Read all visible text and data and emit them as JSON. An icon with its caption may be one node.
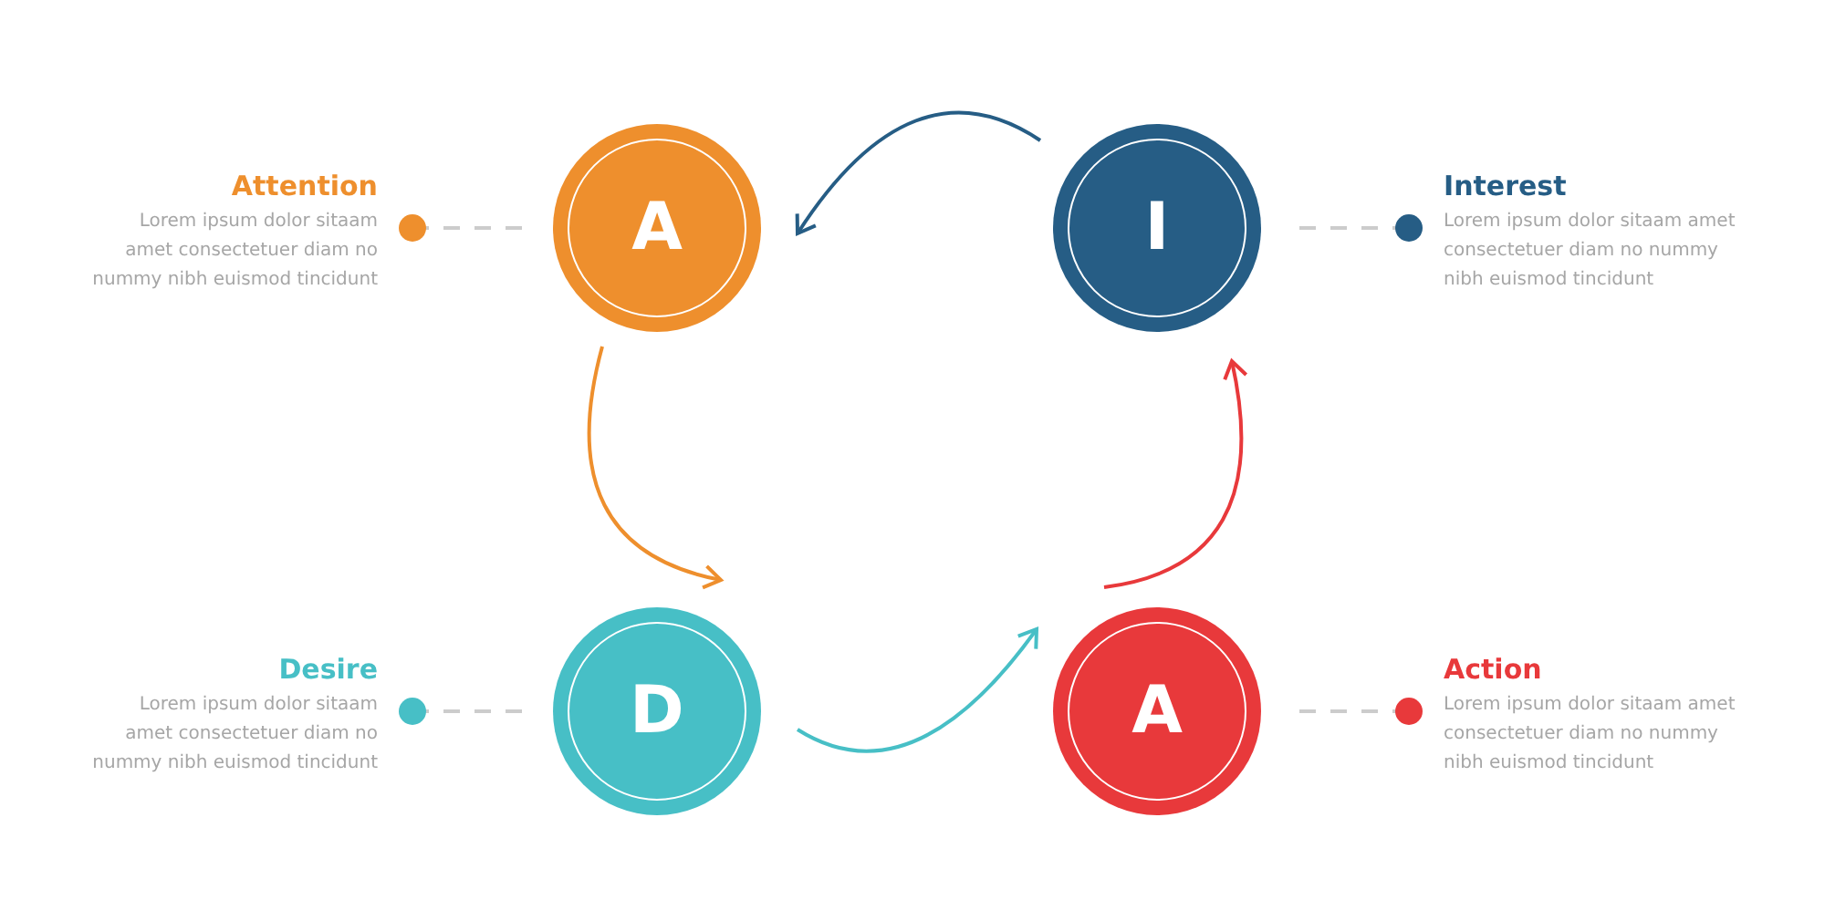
{
  "diagram": {
    "nodes": [
      {
        "text": [
          "A"
        ]
      },
      {
        "text": [
          "I"
        ]
      },
      {
        "text": [
          "D"
        ]
      },
      {
        "text": [
          "A"
        ]
      },
      {
        "text": [
          "Attention",
          "Lorem ipsum dolor sitaam amet consectetuer diam no nummy nibh euismod tincidunt"
        ]
      },
      {
        "text": [
          "Interest",
          "Lorem ipsum dolor sitaam amet consectetuer diam no nummy nibh euismod tincidunt"
        ]
      },
      {
        "text": [
          "Desire",
          "Lorem ipsum dolor sitaam amet consectetuer diam no nummy nibh euismod tincidunt"
        ]
      },
      {
        "text": [
          "Action",
          "Lorem ipsum dolor sitaam amet consectetuer diam no nummy nibh euismod tincidunt"
        ]
      }
    ],
    "edges": [
      {
        "from": 0,
        "to": 2,
        "arrow": "to",
        "color": "#ee8f2d"
      },
      {
        "from": 2,
        "to": 3,
        "arrow": "to",
        "color": "#47bfc6"
      },
      {
        "from": 3,
        "to": 1,
        "arrow": "to",
        "color": "#e8393b"
      },
      {
        "from": 1,
        "to": 0,
        "arrow": "to",
        "color": "#265d85"
      },
      {
        "from": 4,
        "to": 0,
        "arrow": "other",
        "style": "dashed",
        "color": "#cccccc"
      },
      {
        "from": 5,
        "to": 1,
        "arrow": "other",
        "style": "dashed",
        "color": "#cccccc"
      },
      {
        "from": 6,
        "to": 2,
        "arrow": "other",
        "style": "dashed",
        "color": "#cccccc"
      },
      {
        "from": 7,
        "to": 3,
        "arrow": "other",
        "style": "dashed",
        "color": "#cccccc"
      }
    ]
  }
}
